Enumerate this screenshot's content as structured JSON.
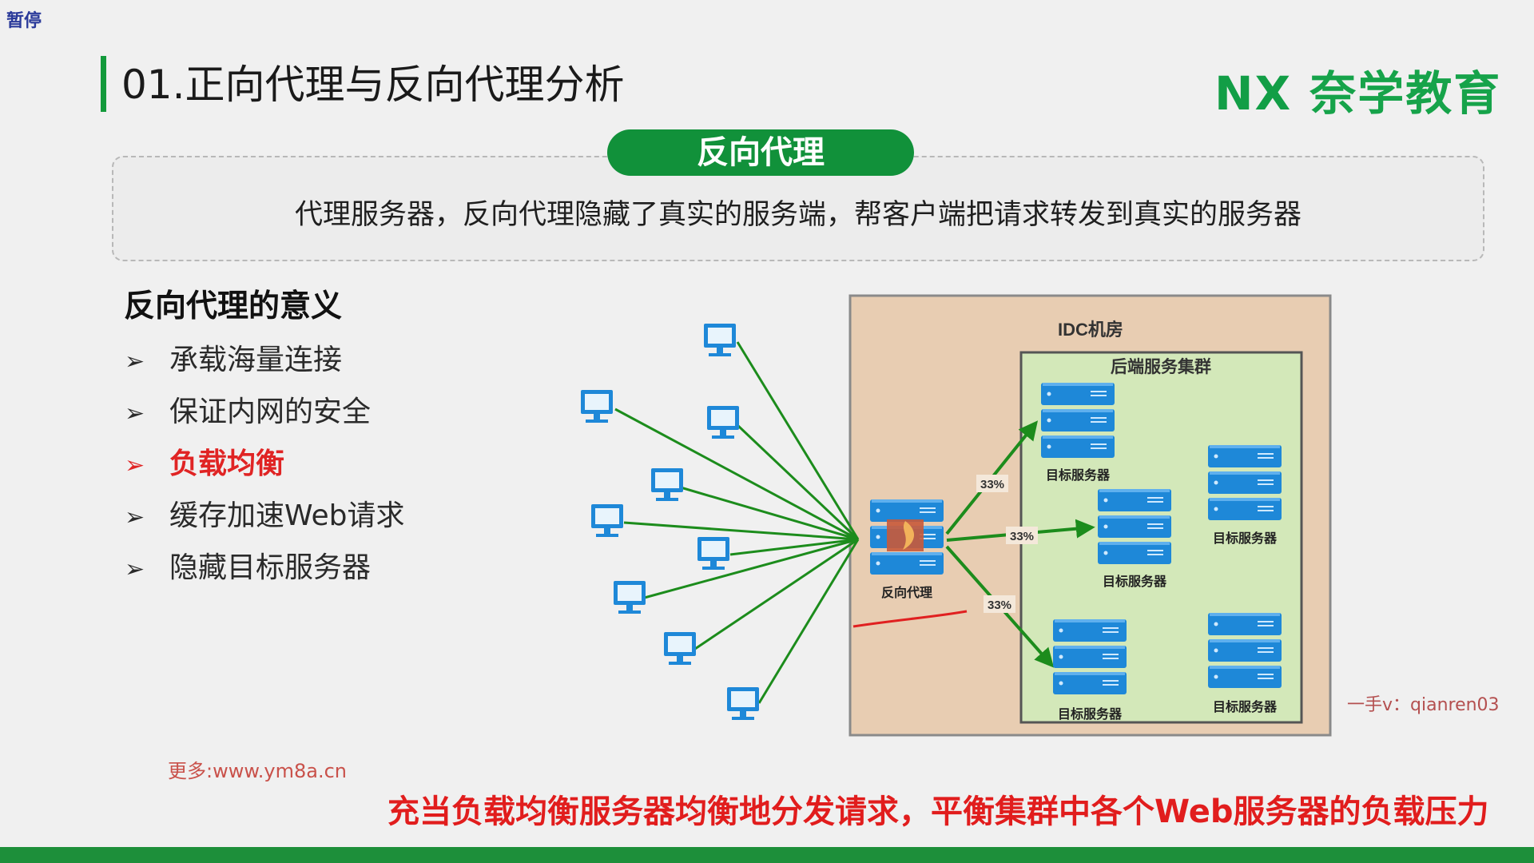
{
  "overlay": {
    "pause_label": "暂停"
  },
  "header": {
    "title": "01.正向代理与反向代理分析",
    "logo_mark": "NX",
    "logo_text": "奈学教育"
  },
  "definition": {
    "pill_label": "反向代理",
    "text": "代理服务器，反向代理隐藏了真实的服务端，帮客户端把请求转发到真实的服务器"
  },
  "meaning": {
    "title": "反向代理的意义",
    "items": [
      {
        "label": "承载海量连接",
        "highlight": false
      },
      {
        "label": "保证内网的安全",
        "highlight": false
      },
      {
        "label": "负载均衡",
        "highlight": true
      },
      {
        "label": "缓存加速Web请求",
        "highlight": false
      },
      {
        "label": "隐藏目标服务器",
        "highlight": false
      }
    ]
  },
  "diagram": {
    "idc_label": "IDC机房",
    "cluster_label": "后端服务集群",
    "proxy_label": "反向代理",
    "target_label": "目标服务器",
    "split_percent": "33%",
    "colors": {
      "arrow": "#1c8c1c",
      "server": "#1e88d8",
      "idc_bg": "#e8cdb2",
      "cluster_bg": "#d3e8b9",
      "red_mark": "#e02020"
    }
  },
  "footer": {
    "more_link": "更多:www.ym8a.cn",
    "summary": "充当负载均衡服务器均衡地分发请求，平衡集群中各个Web服务器的负载压力",
    "credit": "一手v：qianren03"
  }
}
